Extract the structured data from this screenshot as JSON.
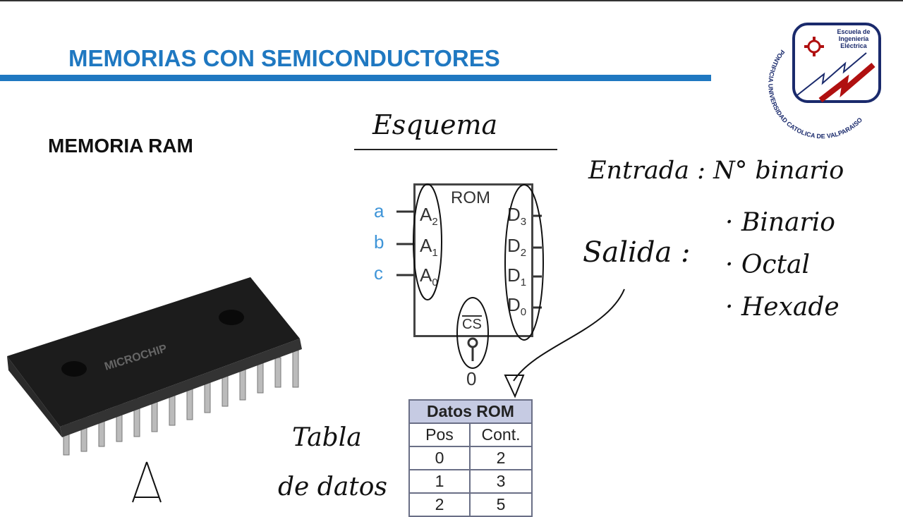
{
  "slide": {
    "title": "MEMORIAS CON SEMICONDUCTORES",
    "subtitle": "MEMORIA RAM",
    "accent_color": "#1f78c1"
  },
  "logo": {
    "school": [
      "Escuela de",
      "Ingeniería",
      "Eléctrica"
    ],
    "university": "PONTIFICIA UNIVERSIDAD CATOLICA DE VALPARAISO"
  },
  "rom_diagram": {
    "label": "ROM",
    "inputs": [
      {
        "signal": "a",
        "pin": "A",
        "index": "2"
      },
      {
        "signal": "b",
        "pin": "A",
        "index": "1"
      },
      {
        "signal": "c",
        "pin": "A",
        "index": "0"
      }
    ],
    "outputs": [
      {
        "pin": "D",
        "index": "3"
      },
      {
        "pin": "D",
        "index": "2"
      },
      {
        "pin": "D",
        "index": "1"
      },
      {
        "pin": "D",
        "index": "0"
      }
    ],
    "chip_select": "CS",
    "chip_select_value": "0"
  },
  "rom_table": {
    "title": "Datos ROM",
    "headers": [
      "Pos",
      "Cont."
    ],
    "rows": [
      [
        "0",
        "2"
      ],
      [
        "1",
        "3"
      ],
      [
        "2",
        "5"
      ]
    ]
  },
  "chip_brand": "MICROCHIP",
  "handwriting": {
    "heading": "Esquema",
    "input": "Entrada : N° binario",
    "output": "Salida :",
    "output_options": [
      "· Binario",
      "· Octal",
      "· Hexade"
    ],
    "table_note": [
      "Tabla",
      "de datos"
    ]
  }
}
